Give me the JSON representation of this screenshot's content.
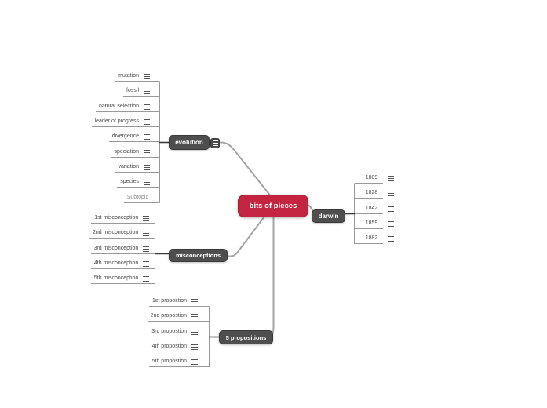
{
  "canvas": {
    "background": "#ffffff"
  },
  "colors": {
    "root_bg": "#c32440",
    "root_border": "#a31c30",
    "branch_bg": "#4e4e4e",
    "branch_border": "#3a3a3a",
    "tree_line": "#999999",
    "connector_curve": "#a5a5a5",
    "connector_stub": "#3d3d3d",
    "topic_text": "#4a4a4a"
  },
  "root": {
    "label": "bits of pieces"
  },
  "branches": [
    {
      "label": "evolution",
      "menu_icon": "hamburger-menu-icon",
      "children": [
        {
          "label": "mutation"
        },
        {
          "label": "fossil"
        },
        {
          "label": "natural selection"
        },
        {
          "label": "leader of progress"
        },
        {
          "label": "divergence"
        },
        {
          "label": "speciation"
        },
        {
          "label": "variation"
        },
        {
          "label": "species"
        },
        {
          "label": "Subtopic",
          "placeholder": true
        }
      ]
    },
    {
      "label": "darwin",
      "children": [
        {
          "label": "1809"
        },
        {
          "label": "1828"
        },
        {
          "label": "1842"
        },
        {
          "label": "1859"
        },
        {
          "label": "1882"
        }
      ]
    },
    {
      "label": "misconceptions",
      "children": [
        {
          "label": "1st misconception"
        },
        {
          "label": "2nd misconception"
        },
        {
          "label": "3rd misconception"
        },
        {
          "label": "4th misconception"
        },
        {
          "label": "5th misconception"
        }
      ]
    },
    {
      "label": "5 propositions",
      "children": [
        {
          "label": "1st propostion"
        },
        {
          "label": "2nd propostion"
        },
        {
          "label": "3rd propostion"
        },
        {
          "label": "4th propostion"
        },
        {
          "label": "5th propostion"
        }
      ]
    }
  ]
}
